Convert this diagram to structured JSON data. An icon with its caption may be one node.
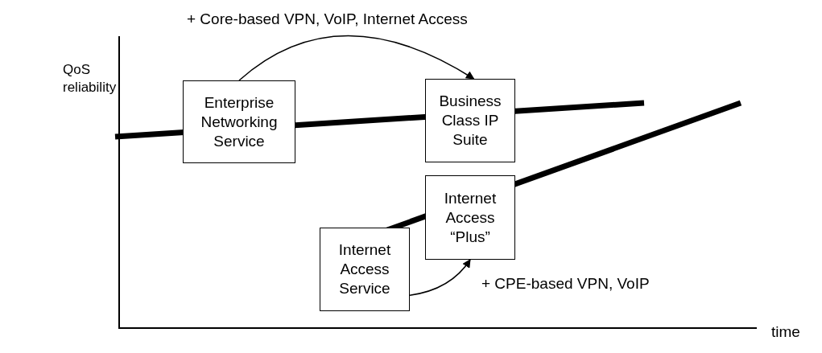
{
  "diagram": {
    "nodes": [
      {
        "text": [
          "Enterprise Networking Service"
        ]
      },
      {
        "text": [
          "Business Class IP Suite"
        ]
      },
      {
        "text": [
          "Internet Access “Plus”"
        ]
      },
      {
        "text": [
          "Internet Access Service"
        ]
      }
    ],
    "edges": [
      {
        "from": 0,
        "to": 1,
        "arrow": "to",
        "label": "+ Core-based VPN, VoIP, Internet Access"
      },
      {
        "from": 3,
        "to": 2,
        "arrow": "to",
        "label": "+ CPE-based VPN, VoIP"
      }
    ],
    "labels": [
      "QoS reliability",
      "time"
    ]
  }
}
